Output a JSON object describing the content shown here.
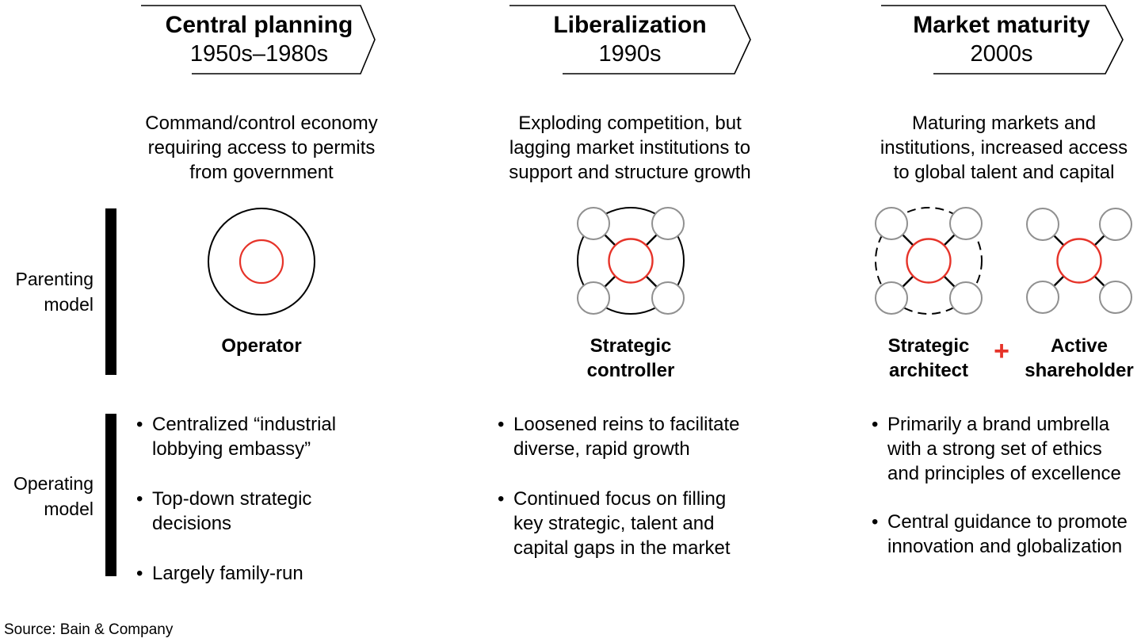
{
  "figure": {
    "kind": "three-era evolution diagram",
    "source_note": "Source: Bain & Company",
    "bullet_glyph": "•",
    "plus_sign": "+",
    "colors": {
      "accent_red": "#e63329",
      "satellite_gray": "#909090",
      "line_black": "#000000"
    }
  },
  "row_labels": {
    "parenting": "Parenting\nmodel",
    "operating": "Operating\nmodel"
  },
  "columns": [
    {
      "era_title": "Central planning",
      "era_period": "1950s–1980s",
      "description": "Command/control economy requiring access to permits from government",
      "diagram": "operator-concentric-circles",
      "parenting_model": "Operator",
      "operating_bullets": [
        "Centralized “industrial lobbying embassy”",
        "Top-down strategic decisions",
        "Largely family-run"
      ]
    },
    {
      "era_title": "Liberalization",
      "era_period": "1990s",
      "description": "Exploding competition, but lagging market institutions to support and structure growth",
      "diagram": "hub-and-spokes-with-solid-boundary",
      "parenting_model": "Strategic controller",
      "operating_bullets": [
        "Loosened reins to facilitate diverse, rapid growth",
        "Continued focus on filling key strategic, talent and capital gaps in the market"
      ]
    },
    {
      "era_title": "Market maturity",
      "era_period": "2000s",
      "description": "Maturing markets and institutions, increased access to global talent and capital",
      "diagram_a": "hub-and-spokes-with-dashed-boundary",
      "diagram_b": "hub-and-spokes-no-boundary",
      "parenting_model_a": "Strategic architect",
      "parenting_model_b": "Active shareholder",
      "operating_bullets": [
        "Primarily a brand umbrella with a strong set of ethics and principles of excellence",
        "Central guidance to promote innovation and globalization"
      ]
    }
  ]
}
